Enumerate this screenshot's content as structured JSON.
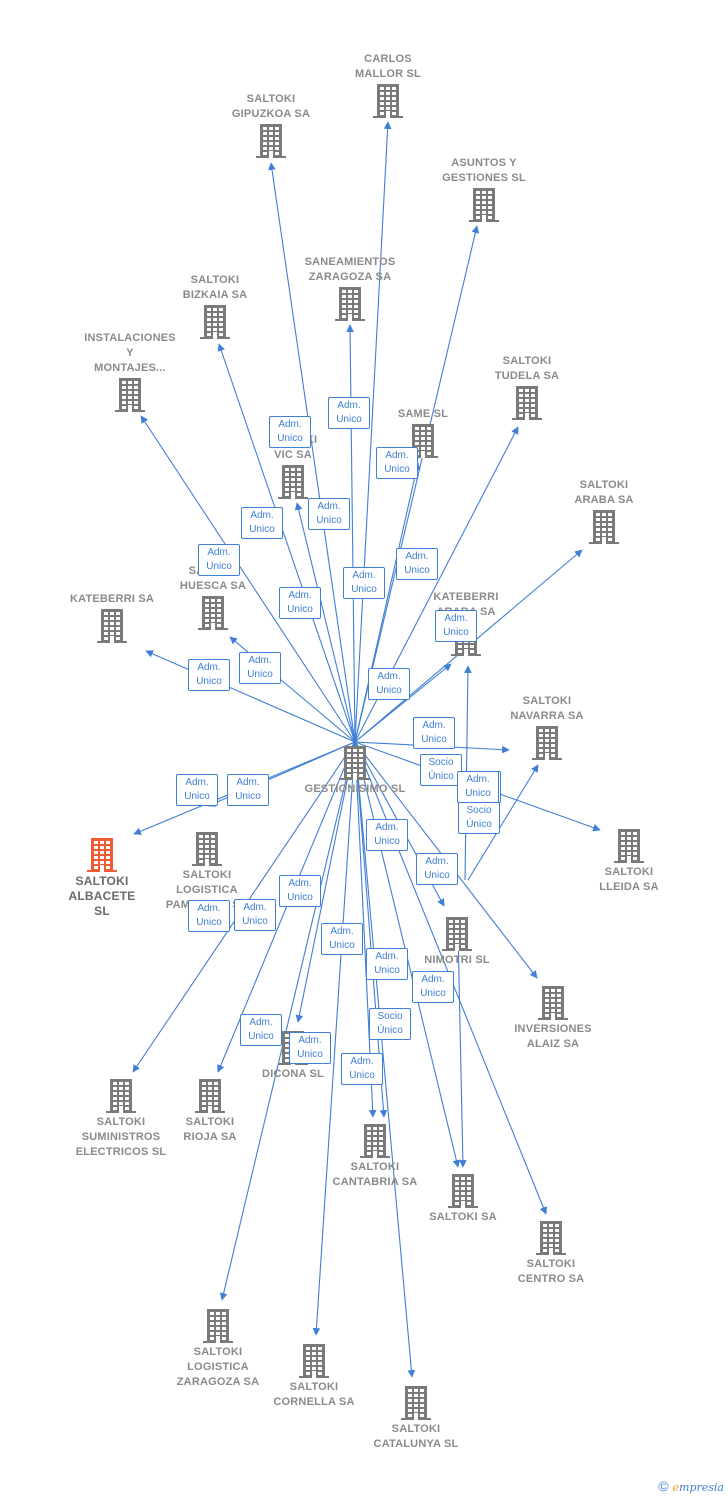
{
  "colors": {
    "edge": "#3f7fd6",
    "building": "#7a7a7a",
    "focus_building": "#ef5b34",
    "label": "#8a8a8a"
  },
  "icons": {
    "company": "building-icon"
  },
  "center": {
    "id": "gestionisimo",
    "label": "GESTIONISIMO SL"
  },
  "nodes": [
    {
      "id": "carlos_mallor",
      "label": "CARLOS\nMALLOR SL"
    },
    {
      "id": "saltoki_gipuzkoa",
      "label": "SALTOKI\nGIPUZKOA SA"
    },
    {
      "id": "asuntos_gestiones",
      "label": "ASUNTOS Y\nGESTIONES SL"
    },
    {
      "id": "saneamientos_zaragoza",
      "label": "SANEAMIENTOS\nZARAGOZA SA"
    },
    {
      "id": "saltoki_bizkaia",
      "label": "SALTOKI\nBIZKAIA SA"
    },
    {
      "id": "instalaciones_montajes",
      "label": "INSTALACIONES\nY\nMONTAJES..."
    },
    {
      "id": "saltoki_tudela",
      "label": "SALTOKI\nTUDELA SA"
    },
    {
      "id": "same",
      "label": "SAME SL"
    },
    {
      "id": "saltoki_vic",
      "label": "SALTOKI\nVIC SA"
    },
    {
      "id": "saltoki_araba",
      "label": "SALTOKI\nARABA SA"
    },
    {
      "id": "saltoki_huesca",
      "label": "SALTOKI\nHUESCA SA"
    },
    {
      "id": "kateberri",
      "label": "KATEBERRI SA"
    },
    {
      "id": "kateberri_araba",
      "label": "KATEBERRI\nARABA SA"
    },
    {
      "id": "saltoki_navarra",
      "label": "SALTOKI\nNAVARRA SA"
    },
    {
      "id": "saltoki_albacete",
      "label": "SALTOKI\nALBACETE\nSL",
      "focus": true
    },
    {
      "id": "saltoki_logistica_pamplona",
      "label": "SALTOKI\nLOGISTICA\nPAMPLONA SA"
    },
    {
      "id": "saltoki_lleida",
      "label": "SALTOKI\nLLEIDA SA"
    },
    {
      "id": "nimotri",
      "label": "NIMOTRI SL"
    },
    {
      "id": "inversiones_alaiz",
      "label": "INVERSIONES\nALAIZ SA"
    },
    {
      "id": "dicona",
      "label": "DICONA SL"
    },
    {
      "id": "saltoki_suministros",
      "label": "SALTOKI\nSUMINISTROS\nELECTRICOS SL"
    },
    {
      "id": "saltoki_rioja",
      "label": "SALTOKI\nRIOJA SA"
    },
    {
      "id": "saltoki_cantabria",
      "label": "SALTOKI\nCANTABRIA SA"
    },
    {
      "id": "saltoki_sa",
      "label": "SALTOKI SA"
    },
    {
      "id": "saltoki_centro",
      "label": "SALTOKI\nCENTRO SA"
    },
    {
      "id": "saltoki_logistica_zaragoza",
      "label": "SALTOKI\nLOGISTICA\nZARAGOZA SA"
    },
    {
      "id": "saltoki_cornella",
      "label": "SALTOKI\nCORNELLA SA"
    },
    {
      "id": "saltoki_catalunya",
      "label": "SALTOKI\nCATALUNYA SL"
    }
  ],
  "edges": [
    {
      "from": "gestionisimo",
      "to": "carlos_mallor",
      "label": "Adm.\nUnico"
    },
    {
      "from": "gestionisimo",
      "to": "saltoki_gipuzkoa",
      "label": "Adm.\nUnico"
    },
    {
      "from": "gestionisimo",
      "to": "asuntos_gestiones",
      "label": "Adm.\nUnico"
    },
    {
      "from": "gestionisimo",
      "to": "saneamientos_zaragoza",
      "label": "Adm.\nUnico"
    },
    {
      "from": "gestionisimo",
      "to": "saltoki_bizkaia",
      "label": "Adm.\nUnico"
    },
    {
      "from": "gestionisimo",
      "to": "instalaciones_montajes",
      "label": "Adm.\nUnico"
    },
    {
      "from": "gestionisimo",
      "to": "saltoki_tudela",
      "label": "Adm.\nUnico"
    },
    {
      "from": "gestionisimo",
      "to": "same",
      "label": "Adm.\nUnico"
    },
    {
      "from": "gestionisimo",
      "to": "saltoki_vic",
      "label": "Adm.\nUnico"
    },
    {
      "from": "gestionisimo",
      "to": "saltoki_araba",
      "label": "Adm.\nUnico"
    },
    {
      "from": "gestionisimo",
      "to": "saltoki_huesca",
      "label": "Adm.\nUnico"
    },
    {
      "from": "gestionisimo",
      "to": "kateberri",
      "label": "Adm.\nUnico"
    },
    {
      "from": "gestionisimo",
      "to": "kateberri_araba",
      "label": "Adm.\nUnico"
    },
    {
      "from": "gestionisimo",
      "to": "saltoki_navarra",
      "label": "Adm.\nUnico"
    },
    {
      "from": "gestionisimo",
      "to": "saltoki_albacete",
      "label": "Adm.\nUnico"
    },
    {
      "from": "gestionisimo",
      "to": "saltoki_logistica_pamplona",
      "label": "Adm.\nUnico"
    },
    {
      "from": "gestionisimo",
      "to": "saltoki_lleida",
      "label": "Adm.\nUnico"
    },
    {
      "from": "gestionisimo",
      "to": "nimotri",
      "label": "Socio\nÚnico"
    },
    {
      "from": "gestionisimo",
      "to": "inversiones_alaiz",
      "label": "Adm.\nUnico"
    },
    {
      "from": "gestionisimo",
      "to": "dicona",
      "label": "Adm.\nUnico"
    },
    {
      "from": "gestionisimo",
      "to": "saltoki_suministros",
      "label": "Adm.\nUnico"
    },
    {
      "from": "gestionisimo",
      "to": "saltoki_rioja",
      "label": "Adm.\nUnico"
    },
    {
      "from": "gestionisimo",
      "to": "saltoki_cantabria",
      "label": "Adm.\nUnico"
    },
    {
      "from": "gestionisimo",
      "to": "saltoki_sa",
      "label": "Adm.\nUnico"
    },
    {
      "from": "gestionisimo",
      "to": "saltoki_centro",
      "label": "Adm.\nUnico"
    },
    {
      "from": "gestionisimo",
      "to": "saltoki_logistica_zaragoza",
      "label": "Adm.\nUnico"
    },
    {
      "from": "gestionisimo",
      "to": "saltoki_cornella",
      "label": "Adm.\nUnico"
    },
    {
      "from": "gestionisimo",
      "to": "saltoki_catalunya",
      "label": "Adm.\nUnico"
    },
    {
      "from": "gestionisimo",
      "to": "saltoki_cantabria",
      "label": "Socio\nÚnico"
    },
    {
      "from": "nimotri",
      "to": "saltoki_navarra",
      "label": "Adm.\nUnico"
    },
    {
      "from": "nimotri",
      "to": "kateberri_araba",
      "label": "Socio\nÚnico"
    },
    {
      "from": "nimotri",
      "to": "saltoki_sa",
      "label": "Adm.\nUnico"
    }
  ],
  "footer": {
    "copyright": "©",
    "brand_initial": "e",
    "brand_rest": "mpresia"
  }
}
